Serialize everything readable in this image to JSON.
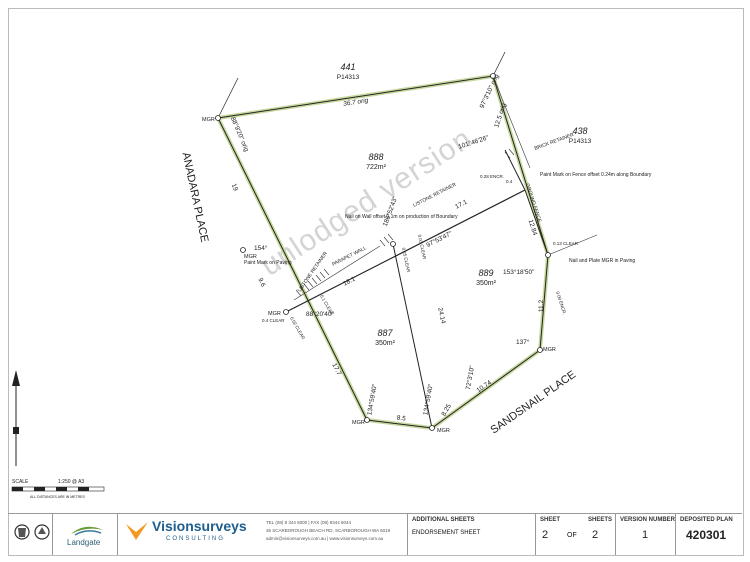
{
  "watermark": "unlodged version",
  "lots": {
    "l441": {
      "number": "441",
      "plan": "P14313"
    },
    "l438": {
      "number": "438",
      "plan": "P14313"
    },
    "l888": {
      "number": "888",
      "area": "722m²"
    },
    "l889": {
      "number": "889",
      "area": "350m²"
    },
    "l887": {
      "number": "887",
      "area": "350m²"
    }
  },
  "roads": {
    "anadara": "ANADARA PLACE",
    "sandsnail": "SANDSNAIL PLACE"
  },
  "dims": {
    "top": "36.7 orig",
    "left_bearing": "88°9'20\" orig",
    "left_len": "19",
    "left_angle": "154°",
    "left_lower": "9.6",
    "nw_bearing": "97°3'10\" orig",
    "ne_len": "12.5 orig",
    "ne_bearing": "101°46'26\"",
    "mid_len": "17.1",
    "mid_bearing": "97°53'47\"",
    "mid_left": "18.1",
    "angle_887": "88°20'40\"",
    "angle_center": "186°52'43\"",
    "right_len": "12.84",
    "right_lower": "11.2",
    "angle_889": "153°18'50\"",
    "angle_137": "137°",
    "bottom_right": "10.74",
    "bottom_mid": "8.25",
    "bottom_left": "8.5",
    "bottom_bearing": "72°3'10\"",
    "bottom_b2": "134°59'40\"",
    "bottom_b3": "134°59'40\"",
    "lot_line_len": "24.14",
    "left_bottom": "17.7"
  },
  "notes": {
    "mgr": "MGR",
    "paint_left": "Paint Mark on Paving",
    "nail_wall": "Nail on Wall offset 0.1m on production of Boundary",
    "paint_fence": "Paint Mark on Fence offset 0.24m along Boundary",
    "nail_plate": "Nail and Plate MGR in Paving",
    "limestone": "L/STONE RETAINER",
    "limestone2": "L/STONE RETAINER",
    "brick": "BRICK RETAINER",
    "parapet": "PARAPET WALL",
    "ground_fence": "GROUND FENCE",
    "encr1": "0.28 ENCR.",
    "encr2": "0.4",
    "encr3": "0.09 ENCR.",
    "clear1": "0.13 CLEAR",
    "clear2": "0.25 CLEAR",
    "clear3": "0.4 CLEAR",
    "clear4": "0.1 CLEAR",
    "clear5": "0.02 CLEAR",
    "clear6": "0.03 CLEAR"
  },
  "scale": {
    "label": "SCALE",
    "ratio": "1:250 @ A3",
    "note": "ALL DISTANCES ARE IN METRES"
  },
  "title_block": {
    "landgate": "Landgate",
    "vision_brand": "Visionsurveys",
    "vision_sub": "CONSULTING",
    "vision_contact1": "TEL (08) 9 344 6000 | FAX (08) 9344 6044",
    "vision_contact2": "36 SCARBOROUGH BEACH RD, SCARBOROUGH WA 6019",
    "vision_contact3": "admin@visionsurveys.com.au | www.visionsurveys.com.au",
    "additional_sheets_head": "ADDITIONAL SHEETS",
    "endorsement": "ENDORSEMENT SHEET",
    "sheet_head": "SHEET",
    "sheets_head": "SHEETS",
    "sheet": "2",
    "of": "OF",
    "sheets": "2",
    "version_head": "VERSION NUMBER",
    "version": "1",
    "deposited_head": "DEPOSITED PLAN",
    "deposited": "420301"
  },
  "colors": {
    "boundary": "#c8d9a0",
    "line": "#222222",
    "accent_orange": "#f29a1f",
    "landgate_green": "#6a9c3a"
  }
}
